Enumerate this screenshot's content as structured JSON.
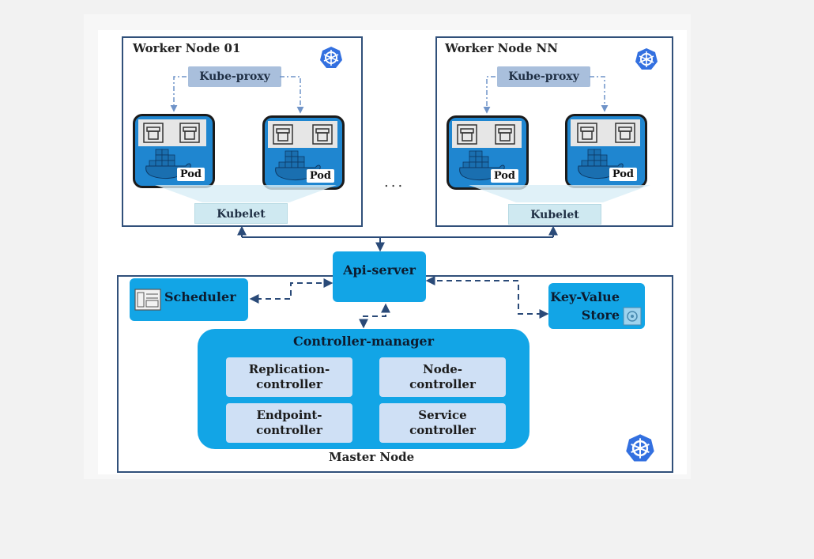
{
  "worker_nodes": [
    {
      "title": "Worker Node 01",
      "kube_proxy": "Kube-proxy",
      "pods": [
        "Pod",
        "Pod"
      ],
      "kubelet": "Kubelet"
    },
    {
      "title": "Worker Node NN",
      "kube_proxy": "Kube-proxy",
      "pods": [
        "Pod",
        "Pod"
      ],
      "kubelet": "Kubelet"
    }
  ],
  "ellipsis": "...",
  "api_server": "Api-server",
  "scheduler": "Scheduler",
  "key_value_store": "Key-Value\nStore",
  "controller_manager": {
    "title": "Controller-manager",
    "controllers": [
      "Replication-\ncontroller",
      "Node-\ncontroller",
      "Endpoint-\ncontroller",
      "Service\ncontroller"
    ]
  },
  "master_node": "Master Node",
  "icons": [
    "kubernetes-icon",
    "docker-icon",
    "container-icon",
    "scheduler-icon",
    "storage-icon"
  ],
  "colors": {
    "frame": "#31507a",
    "component": "#12a5e6",
    "pod": "#1f86d0",
    "kube_proxy": "#a9bfdc",
    "kubelet": "#cfe9f1",
    "controller": "#cfe0f5"
  }
}
